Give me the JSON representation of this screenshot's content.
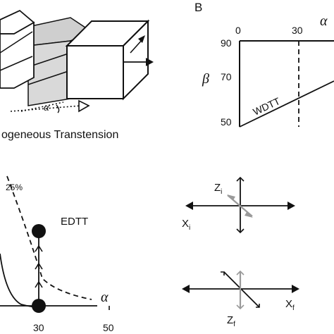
{
  "panel_a": {
    "caption": "ogeneous Transtension",
    "angle_label": "α"
  },
  "panel_b": {
    "letter": "B",
    "alpha_symbol": "α",
    "beta_symbol": "β",
    "x_ticks": [
      "0",
      "30"
    ],
    "y_ticks": [
      "90",
      "70",
      "50"
    ],
    "line_label": "WDTT"
  },
  "panel_c": {
    "curve_label": "25%",
    "point_label": "EDTT",
    "alpha_symbol": "α",
    "x_ticks": [
      "30",
      "50"
    ]
  },
  "panel_d": {
    "top_cross": {
      "z_label": "Z",
      "z_sub": "i",
      "x_label": "X",
      "x_sub": "i"
    },
    "bottom_cross": {
      "z_label": "Z",
      "z_sub": "f",
      "x_label": "X",
      "x_sub": "f"
    }
  },
  "colors": {
    "ink": "#111111",
    "shade": "#c8c8c8",
    "gray_arrow": "#9a9a9a"
  }
}
